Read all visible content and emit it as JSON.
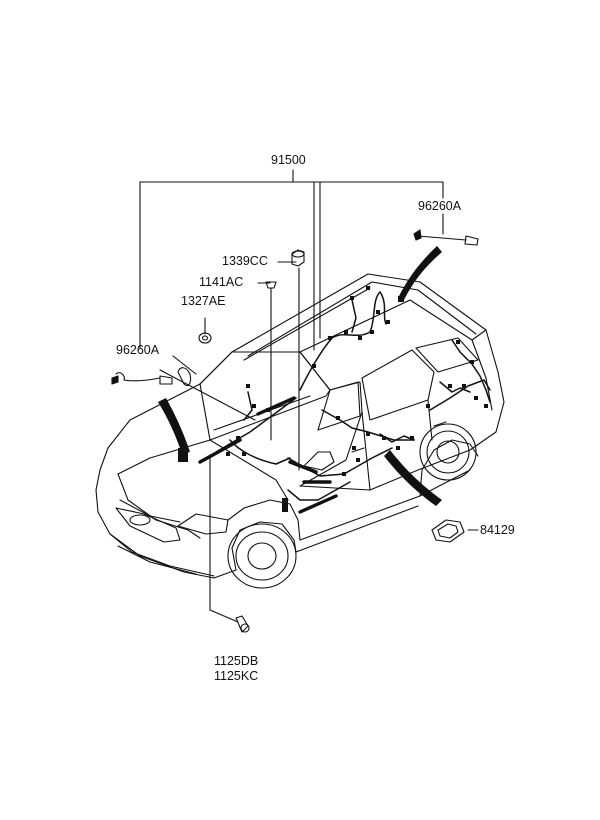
{
  "labels": {
    "main_part": "91500",
    "sensor_right": "96260A",
    "sensor_left": "96260A",
    "nut": "1339CC",
    "bolt": "1141AC",
    "clip": "1327AE",
    "screw_1": "1125DB",
    "screw_2": "1125KC",
    "plug": "84129"
  },
  "colors": {
    "line": "#111111",
    "background": "#ffffff"
  }
}
